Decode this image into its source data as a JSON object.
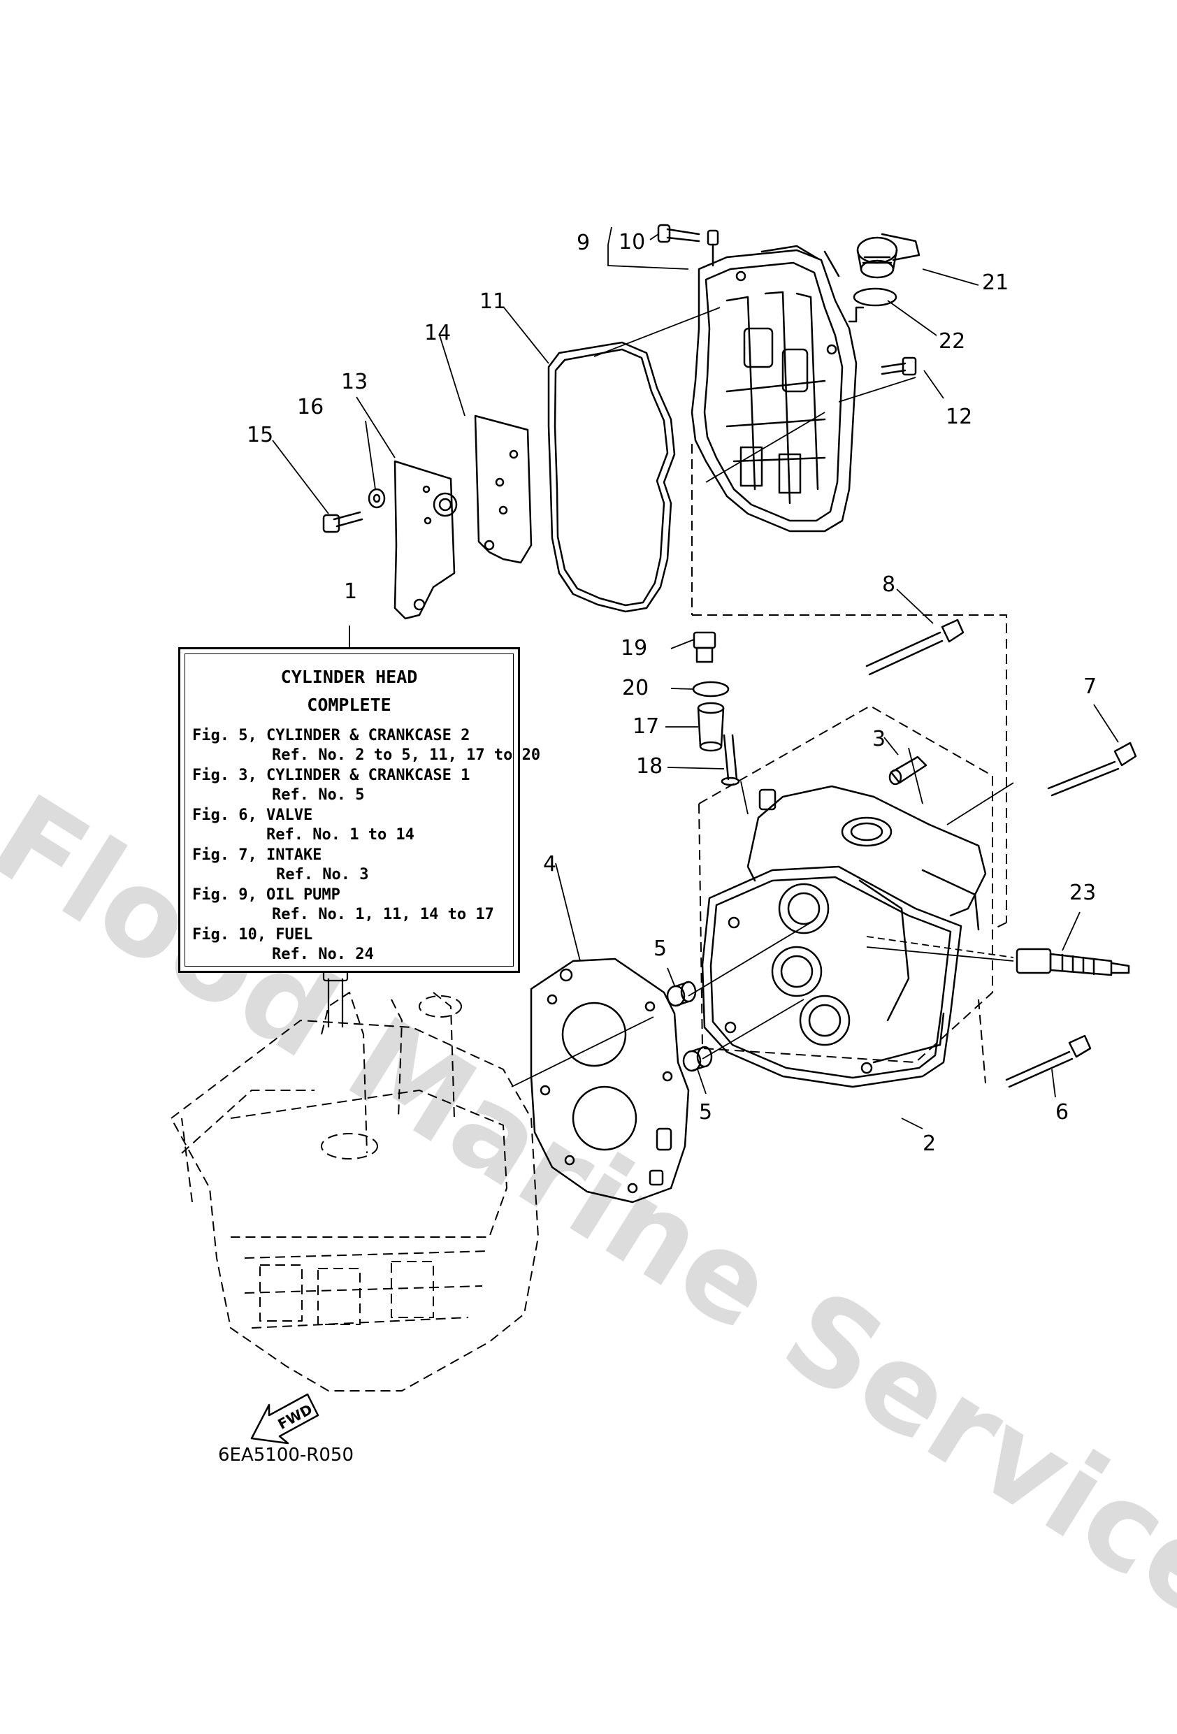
{
  "watermark": "Flood Marine Services",
  "diagram_code": "6EA5100-R050",
  "fwd_label": "FWD",
  "callouts": [
    "1",
    "2",
    "3",
    "4",
    "5",
    "5",
    "6",
    "7",
    "8",
    "9",
    "10",
    "11",
    "12",
    "13",
    "14",
    "15",
    "16",
    "17",
    "18",
    "19",
    "20",
    "21",
    "22",
    "23"
  ],
  "ref_box": {
    "title_line1": "CYLINDER HEAD",
    "title_line2": "COMPLETE",
    "lines": [
      "Fig. 5, CYLINDER & CRANKCASE 2",
      "Ref. No. 2 to 5, 11, 17 to 20",
      "Fig. 3, CYLINDER & CRANKCASE 1",
      "Ref. No. 5",
      "Fig. 6, VALVE",
      "Ref. No. 1 to 14",
      "Fig. 7, INTAKE",
      "Ref. No. 3",
      "Fig. 9, OIL PUMP",
      "Ref. No. 1, 11, 14 to 17",
      "Fig. 10, FUEL",
      "Ref. No. 24"
    ]
  }
}
